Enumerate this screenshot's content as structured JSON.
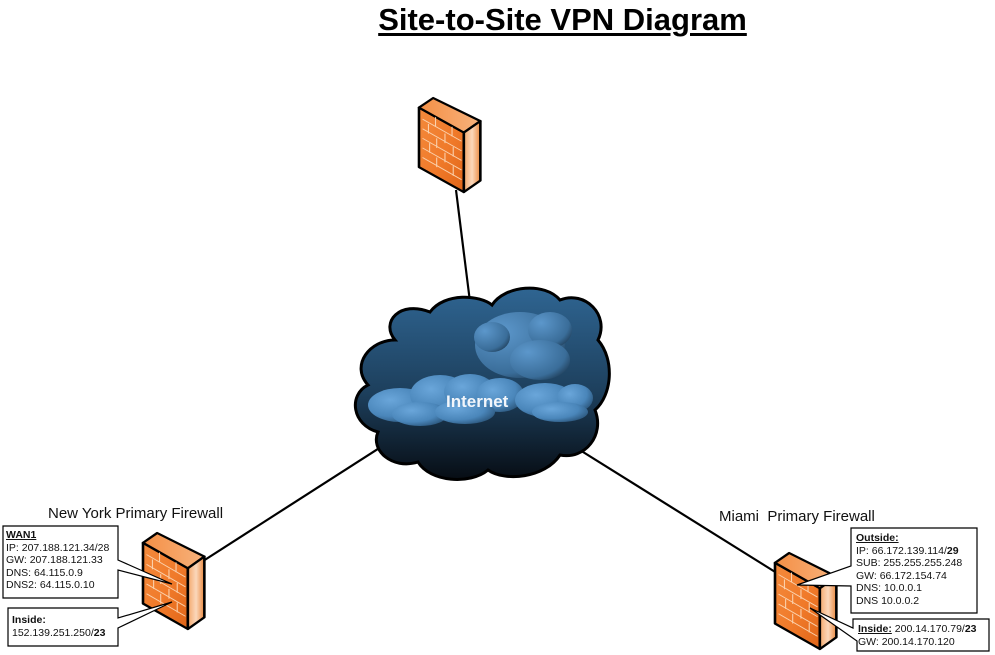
{
  "title": "Site-to-Site VPN Diagram",
  "cloud": {
    "label": "Internet",
    "icon": "cloud-icon"
  },
  "nodes": {
    "top_firewall": {
      "icon": "firewall-icon"
    },
    "new_york": {
      "label": "New York Primary Firewall",
      "icon": "firewall-icon",
      "wan_callout": {
        "header": "WAN1",
        "lines": [
          "IP: 207.188.121.34/28",
          "GW: 207.188.121.33",
          "DNS: 64.115.0.9",
          "DNS2: 64.115.0.10"
        ]
      },
      "inside_callout": {
        "header": "Inside:",
        "ip": "152.139.251.250/",
        "mask": "23"
      }
    },
    "miami": {
      "label": "Miami  Primary Firewall",
      "icon": "firewall-icon",
      "outside_callout": {
        "header": "Outside:",
        "ip_prefix": "IP: 66.172.139.114/",
        "ip_mask": "29",
        "lines": [
          "SUB: 255.255.255.248",
          "GW: 66.172.154.74",
          "DNS: 10.0.0.1",
          "DNS 10.0.0.2"
        ]
      },
      "inside_callout": {
        "header": "Inside:",
        "ip": " 200.14.170.79/",
        "mask": "23",
        "gw": "GW: 200.14.170.120"
      }
    }
  },
  "colors": {
    "firewall_front": "#f07a2a",
    "firewall_light": "#f9c79f",
    "cloud_dark": "#0d1a26",
    "cloud_mid": "#2e5f86",
    "cloud_light": "#5a94c8"
  }
}
